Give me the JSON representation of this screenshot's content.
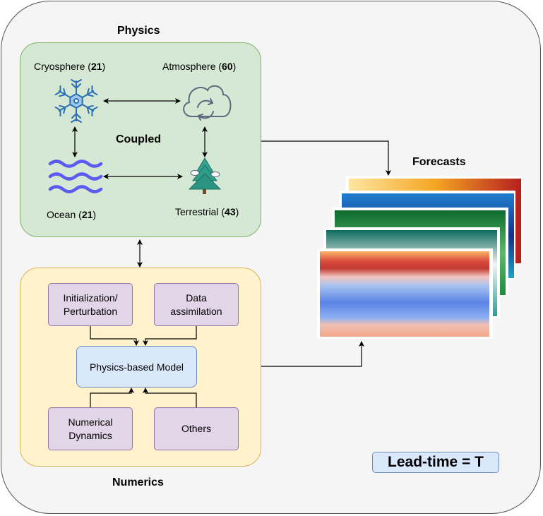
{
  "physics": {
    "title": "Physics",
    "center_label": "Coupled",
    "cryosphere": {
      "name": "Cryosphere",
      "count": "21"
    },
    "atmosphere": {
      "name": "Atmosphere",
      "count": "60"
    },
    "ocean": {
      "name": "Ocean",
      "count": "21"
    },
    "terrestrial": {
      "name": "Terrestrial",
      "count": "43"
    }
  },
  "numerics": {
    "title": "Numerics",
    "init_line1": "Initialization/",
    "init_line2": "Perturbation",
    "data_line1": "Data",
    "data_line2": "assimilation",
    "model": "Physics-based Model",
    "numdyn_line1": "Numerical",
    "numdyn_line2": "Dynamics",
    "others": "Others"
  },
  "forecasts": {
    "title": "Forecasts"
  },
  "lead_time": "Lead-time = T",
  "colors": {
    "physics_fill": "#d5e8d4",
    "numerics_fill": "#fff2cc",
    "process_fill": "#e1d5e7",
    "model_fill": "#dae8fc",
    "snowflake": "#3b82c4",
    "ocean_waves": "#5b5bf0",
    "tree": "#2e9e8a",
    "cloud": "#5a6b80"
  },
  "icons": [
    "snowflake-icon",
    "cloud-sync-icon",
    "waves-icon",
    "pine-tree-icon"
  ]
}
